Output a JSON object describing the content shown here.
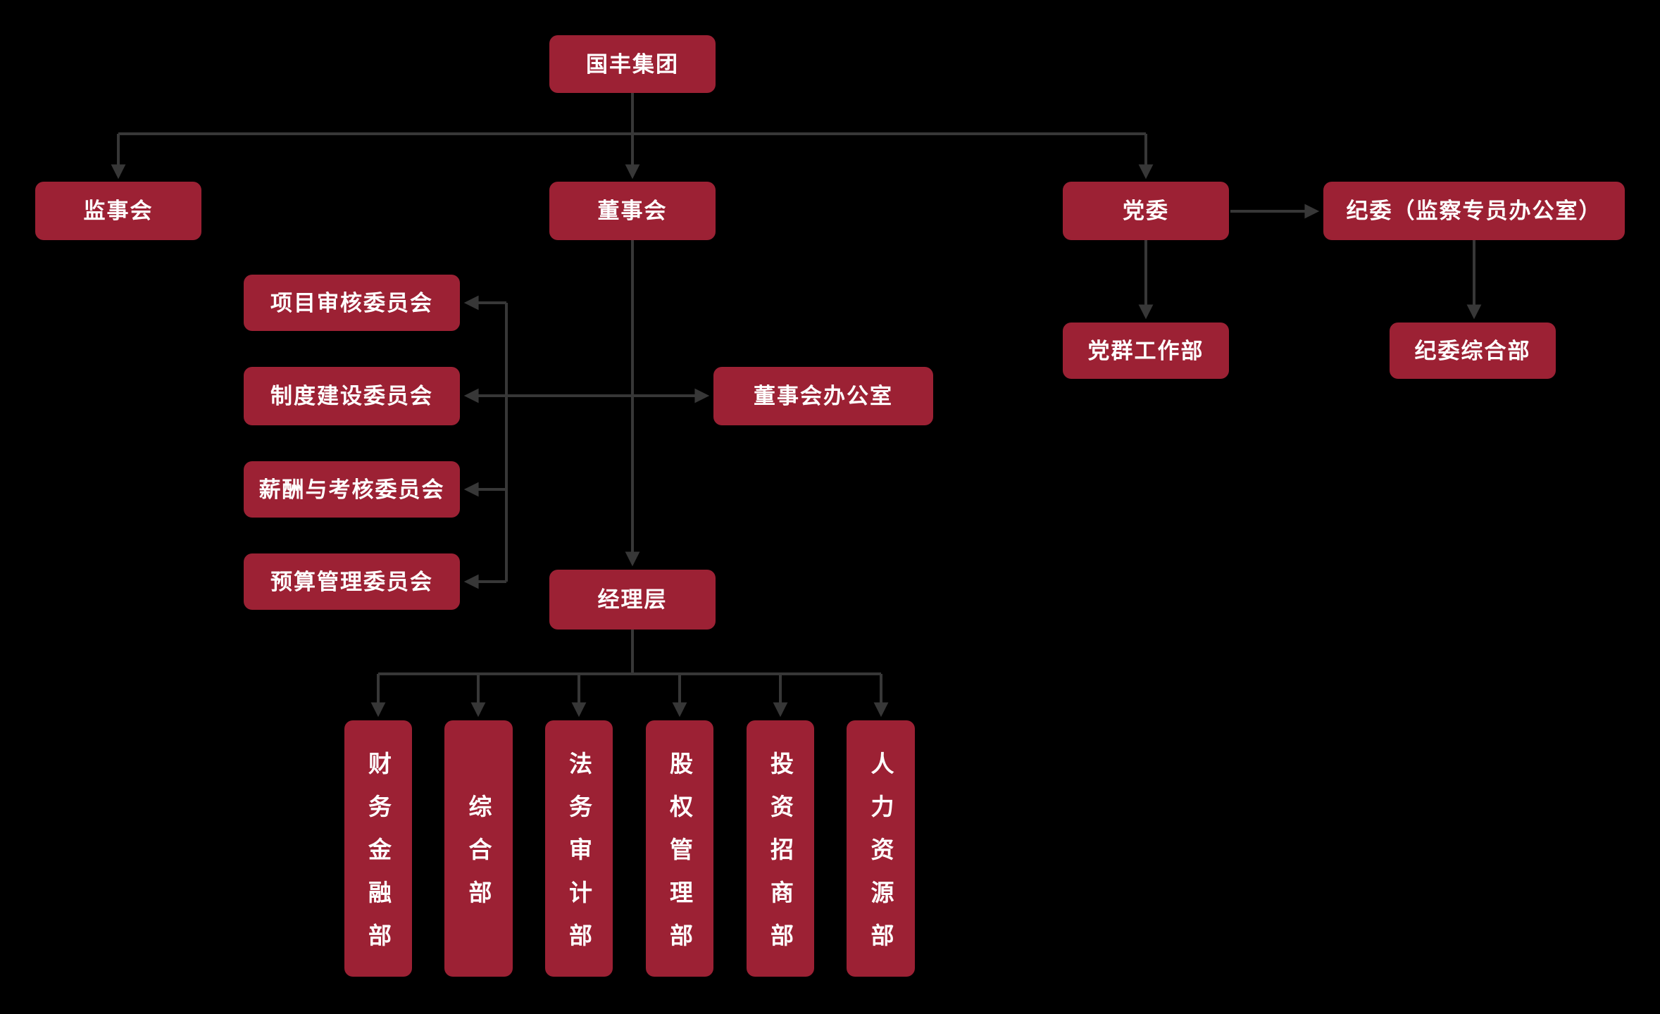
{
  "canvas": {
    "background_color": "#000000",
    "node_fill_color": "#9c2134",
    "node_text_color": "#ffffff",
    "connector_color": "#373737"
  },
  "org_chart": {
    "nodes": {
      "root": {
        "label": "国丰集团"
      },
      "supervisory_board": {
        "label": "监事会"
      },
      "board_of_directors": {
        "label": "董事会"
      },
      "party_committee": {
        "label": "党委"
      },
      "discipline_committee": {
        "label": "纪委（监察专员办公室）"
      },
      "project_review_committee": {
        "label": "项目审核委员会"
      },
      "system_construction_committee": {
        "label": "制度建设委员会"
      },
      "compensation_assessment_committee": {
        "label": "薪酬与考核委员会"
      },
      "budget_management_committee": {
        "label": "预算管理委员会"
      },
      "board_office": {
        "label": "董事会办公室"
      },
      "party_mass_work_dept": {
        "label": "党群工作部"
      },
      "discipline_general_dept": {
        "label": "纪委综合部"
      },
      "management_level": {
        "label": "经理层"
      },
      "finance_dept": {
        "label": "财务金融部"
      },
      "general_dept": {
        "label": "综合部"
      },
      "legal_audit_dept": {
        "label": "法务审计部"
      },
      "equity_management_dept": {
        "label": "股权管理部"
      },
      "investment_promotion_dept": {
        "label": "投资招商部"
      },
      "hr_dept": {
        "label": "人力资源部"
      }
    },
    "edges": [
      {
        "from": "root",
        "to": "supervisory_board",
        "arrow": "down"
      },
      {
        "from": "root",
        "to": "board_of_directors",
        "arrow": "down"
      },
      {
        "from": "root",
        "to": "party_committee",
        "arrow": "down"
      },
      {
        "from": "party_committee",
        "to": "discipline_committee",
        "arrow": "right"
      },
      {
        "from": "party_committee",
        "to": "party_mass_work_dept",
        "arrow": "down"
      },
      {
        "from": "discipline_committee",
        "to": "discipline_general_dept",
        "arrow": "down"
      },
      {
        "from": "board_of_directors",
        "to": "project_review_committee",
        "arrow": "left"
      },
      {
        "from": "board_of_directors",
        "to": "system_construction_committee",
        "arrow": "left"
      },
      {
        "from": "board_of_directors",
        "to": "compensation_assessment_committee",
        "arrow": "left"
      },
      {
        "from": "board_of_directors",
        "to": "budget_management_committee",
        "arrow": "left"
      },
      {
        "from": "board_of_directors",
        "to": "board_office",
        "arrow": "right"
      },
      {
        "from": "board_of_directors",
        "to": "management_level",
        "arrow": "down"
      },
      {
        "from": "management_level",
        "to": "finance_dept",
        "arrow": "down"
      },
      {
        "from": "management_level",
        "to": "general_dept",
        "arrow": "down"
      },
      {
        "from": "management_level",
        "to": "legal_audit_dept",
        "arrow": "down"
      },
      {
        "from": "management_level",
        "to": "equity_management_dept",
        "arrow": "down"
      },
      {
        "from": "management_level",
        "to": "investment_promotion_dept",
        "arrow": "down"
      },
      {
        "from": "management_level",
        "to": "hr_dept",
        "arrow": "down"
      }
    ]
  }
}
